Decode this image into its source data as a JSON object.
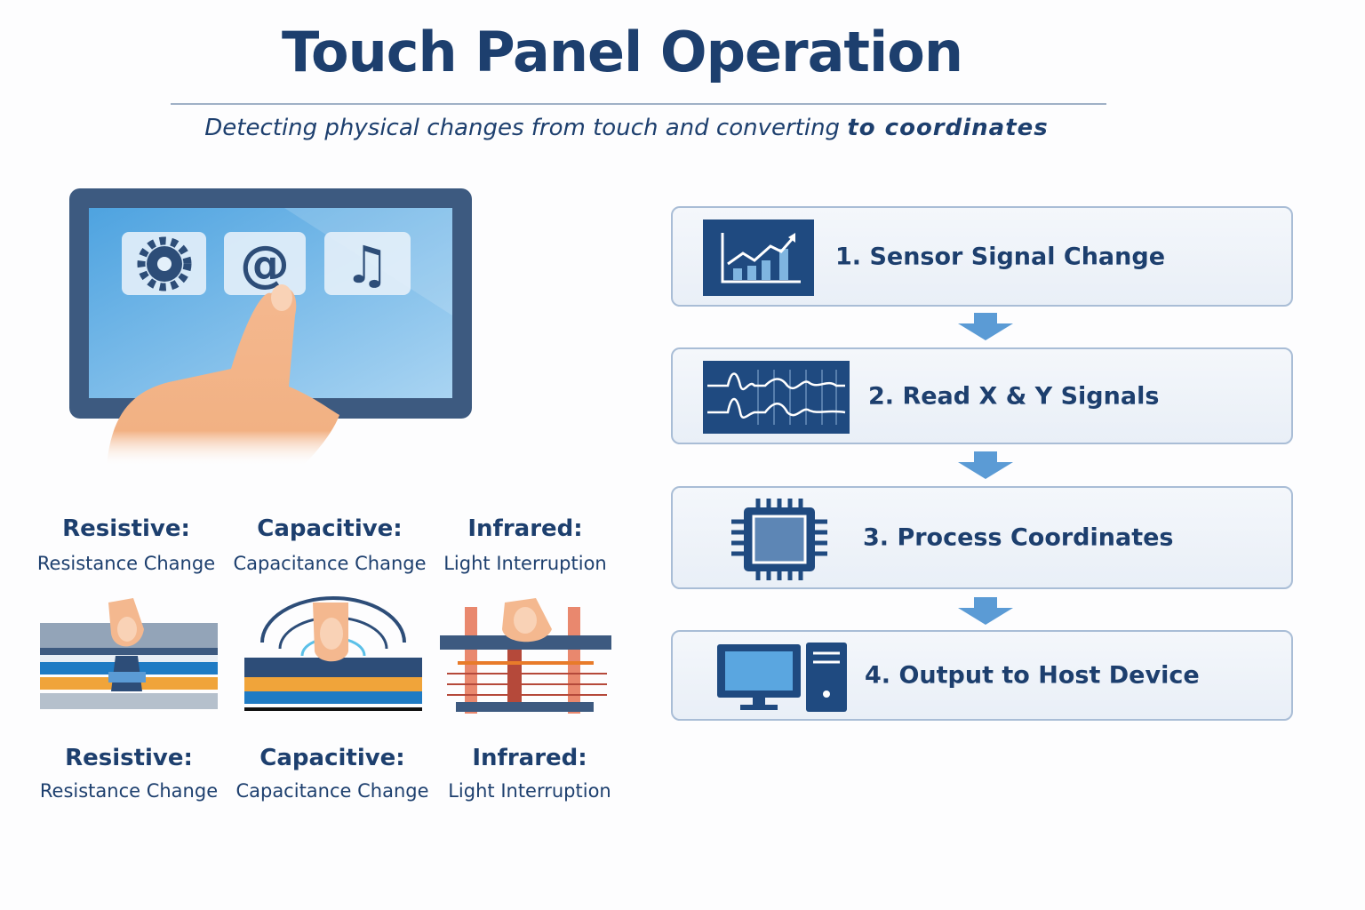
{
  "header": {
    "title": "Touch Panel Operation",
    "subtitle_main": "Detecting physical changes from touch and converting",
    "subtitle_emph": "to coordinates"
  },
  "tablet": {
    "icons": [
      "gear-icon",
      "at-sign-icon",
      "music-note-icon"
    ]
  },
  "technologies_top": [
    {
      "name": "Resistive:",
      "detail": "Resistance Change"
    },
    {
      "name": "Capacitive:",
      "detail": "Capacitance Change"
    },
    {
      "name": "Infrared:",
      "detail": "Light Interruption"
    }
  ],
  "technologies_bottom": [
    {
      "name": "Resistive:",
      "detail": "Resistance Change"
    },
    {
      "name": "Capacitive:",
      "detail": "Capacitance Change"
    },
    {
      "name": "Infrared:",
      "detail": "Light Interruption"
    }
  ],
  "steps": [
    {
      "label": "1. Sensor Signal Change",
      "icon": "chart-icon"
    },
    {
      "label": "2. Read X & Y Signals",
      "icon": "waveform-icon"
    },
    {
      "label": "3. Process Coordinates",
      "icon": "chip-icon"
    },
    {
      "label": "4. Output to Host Device",
      "icon": "computer-icon"
    }
  ],
  "colors": {
    "navy": "#1d3f6e",
    "accent": "#5b9bd5",
    "orange": "#f0a43a",
    "blue": "#1f7bc4"
  }
}
